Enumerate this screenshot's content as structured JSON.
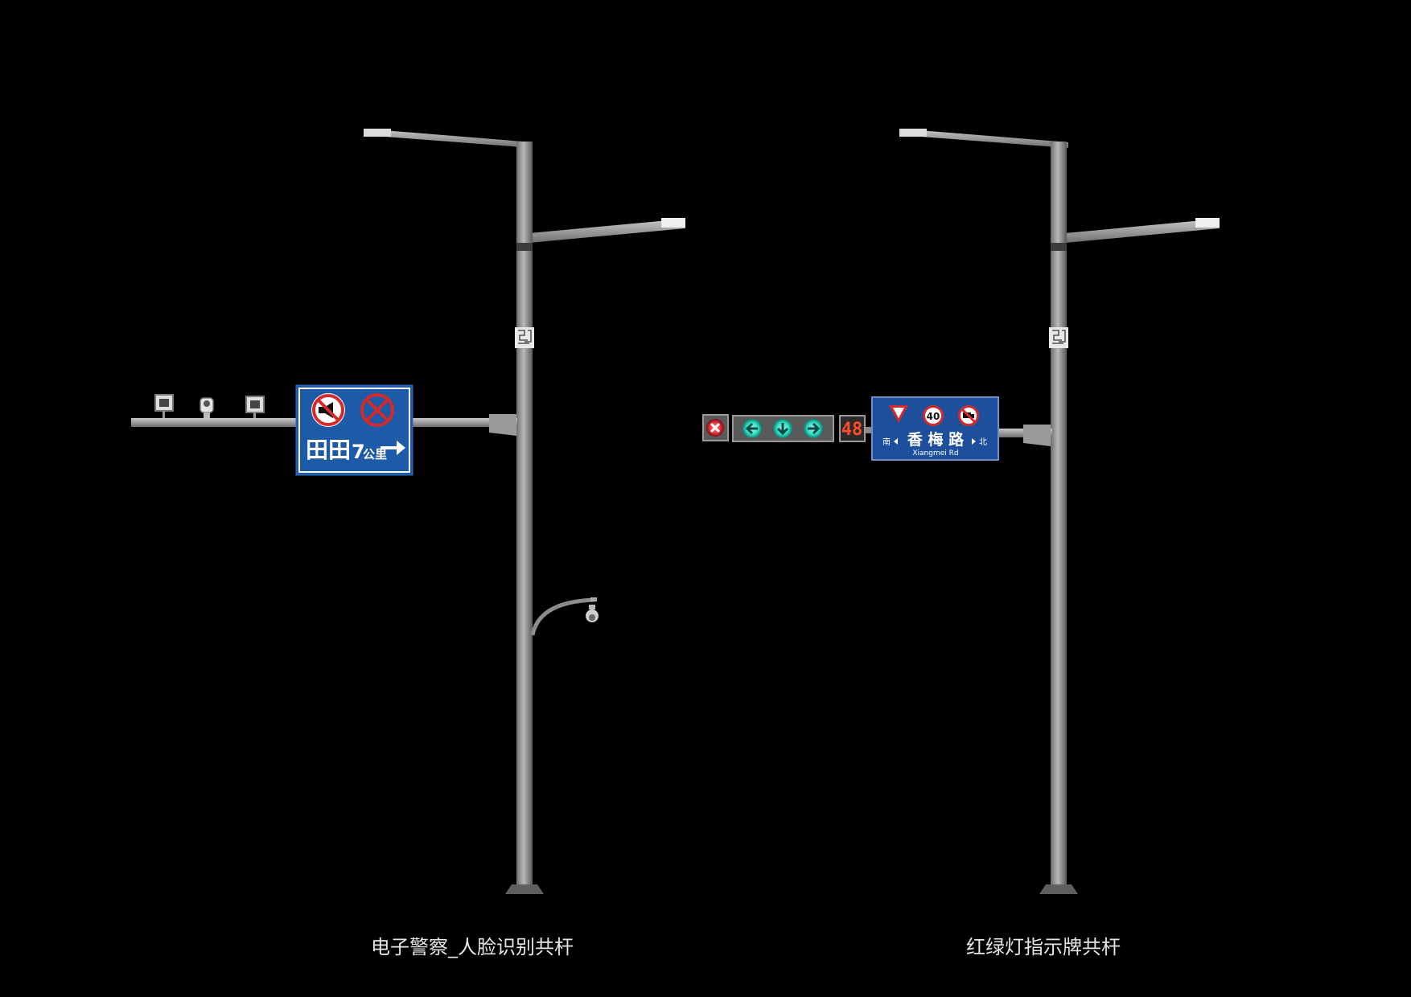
{
  "captions": {
    "left": "电子警察_人脸识别共杆",
    "right": "红绿灯指示牌共杆"
  },
  "left_pole": {
    "sign": {
      "destination": "田田",
      "distance": "7",
      "unit": "公里",
      "arrow": "→",
      "icons": [
        "no-honking-sign",
        "no-stopping-sign"
      ],
      "background_color": "#1d5aa8"
    },
    "devices": [
      "camera-box-icon",
      "bullet-camera-icon",
      "camera-box-icon",
      "dome-camera-icon"
    ]
  },
  "right_pole": {
    "signals": [
      "red-cross-signal",
      "green-left-arrow",
      "green-down-arrow",
      "green-right-arrow"
    ],
    "countdown": "48",
    "sign": {
      "road_name": "香 梅 路",
      "road_name_en": "Xiangmei Rd",
      "south": "南",
      "north": "北",
      "speed_limit": "40",
      "icons": [
        "yield-sign",
        "speed-limit-sign",
        "no-trucks-sign"
      ],
      "background_color": "#1d4f9c"
    }
  },
  "colors": {
    "pole": "#8a8a8a",
    "pole_highlight": "#b5b5b5",
    "signal_green": "#35e0c8",
    "signal_red": "#e8323c",
    "countdown": "#ff4a2a"
  }
}
